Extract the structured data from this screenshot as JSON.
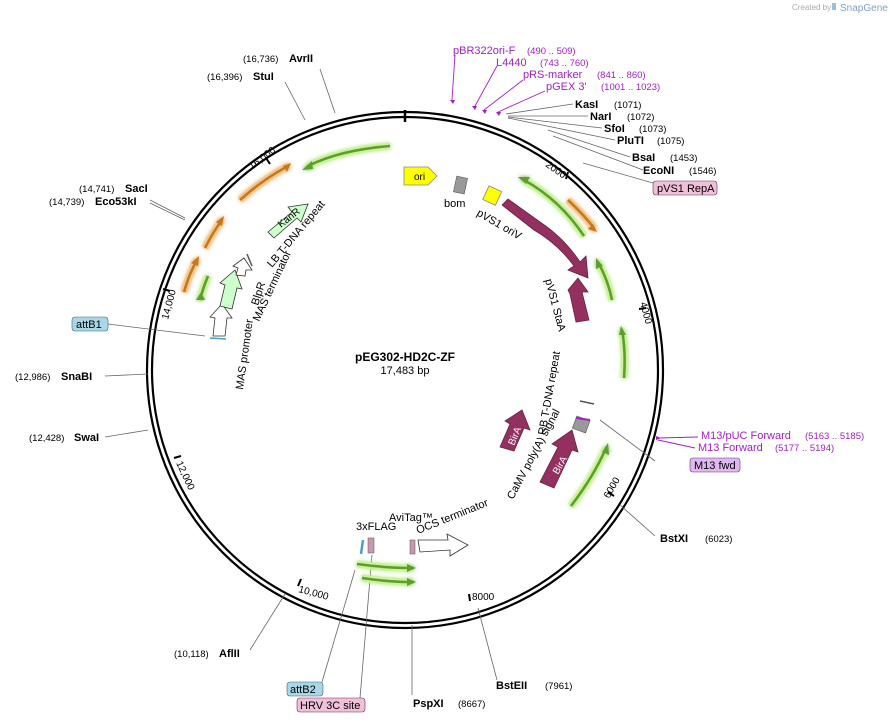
{
  "credit": {
    "created_by": "Created by",
    "brand": "SnapGene"
  },
  "plasmid": {
    "name": "pEG302-HD2C-ZF",
    "size": "17,483 bp"
  },
  "sites": {
    "avrii": {
      "name": "AvrII",
      "pos": "(16,736)"
    },
    "stui": {
      "name": "StuI",
      "pos": "(16,396)"
    },
    "saci": {
      "name": "SacI",
      "pos": "(14,741)"
    },
    "eco53ki": {
      "name": "Eco53kI",
      "pos": "(14,739)"
    },
    "snabi": {
      "name": "SnaBI",
      "pos": "(12,986)"
    },
    "swai": {
      "name": "SwaI",
      "pos": "(12,428)"
    },
    "aflii": {
      "name": "AflII",
      "pos": "(10,118)"
    },
    "pspxi": {
      "name": "PspXI",
      "pos": "(8667)"
    },
    "bsteii": {
      "name": "BstEII",
      "pos": "(7961)"
    },
    "bstxi": {
      "name": "BstXI",
      "pos": "(6023)"
    },
    "kasi": {
      "name": "KasI",
      "pos": "(1071)"
    },
    "nari": {
      "name": "NarI",
      "pos": "(1072)"
    },
    "sfoi": {
      "name": "SfoI",
      "pos": "(1073)"
    },
    "pluti": {
      "name": "PluTI",
      "pos": "(1075)"
    },
    "bsai": {
      "name": "BsaI",
      "pos": "(1453)"
    },
    "econi": {
      "name": "EcoNI",
      "pos": "(1546)"
    }
  },
  "primers": {
    "pbr322": {
      "name": "pBR322ori-F",
      "pos": "(490 .. 509)"
    },
    "l4440": {
      "name": "L4440",
      "pos": "(743 .. 760)"
    },
    "prs": {
      "name": "pRS-marker",
      "pos": "(841 .. 860)"
    },
    "pgex": {
      "name": "pGEX 3'",
      "pos": "(1001 .. 1023)"
    },
    "m13puc": {
      "name": "M13/pUC Forward",
      "pos": "(5163 .. 5185)"
    },
    "m13fwd": {
      "name": "M13 Forward",
      "pos": "(5177 .. 5194)"
    }
  },
  "boxes": {
    "pvs1repa": "pVS1 RepA",
    "m13fwdbox": "M13 fwd",
    "attb1": "attB1",
    "attb2": "attB2",
    "hrv3c": "HRV 3C site"
  },
  "features": {
    "ori": "ori",
    "bom": "bom",
    "pvs1oriv": "pVS1 oriV",
    "pvs1stas": "pVS1 StaA",
    "rb": "RB T-DNA repeat",
    "camv": "CaMV poly(A) signal",
    "bira1": "BirA",
    "bira2": "BirA",
    "ocs": "OCS terminator",
    "avitag": "AviTag™",
    "flag": "3xFLAG",
    "maspromoter": "MAS promoter",
    "masterm": "MAS terminator",
    "blpr": "BlpR",
    "lb": "LB T-DNA repeat",
    "kanr": "KanR"
  },
  "ticks": {
    "t2000": "2000",
    "t4000": "4000",
    "t6000": "6000",
    "t8000": "8000",
    "t10000": "10,000",
    "t12000": "12,000",
    "t14000": "14,000",
    "t16000": "16,000"
  },
  "colors": {
    "backbone": "#000000",
    "primer": "#a020c8",
    "green_arrow": "#5aa02c",
    "orange_arrow": "#e8961e",
    "maroon_feature": "#943060",
    "ori": "#ffff00",
    "kanr": "#ccffcc",
    "attb_box": "#a8d8e8",
    "pink_box": "#f0c0d8"
  }
}
